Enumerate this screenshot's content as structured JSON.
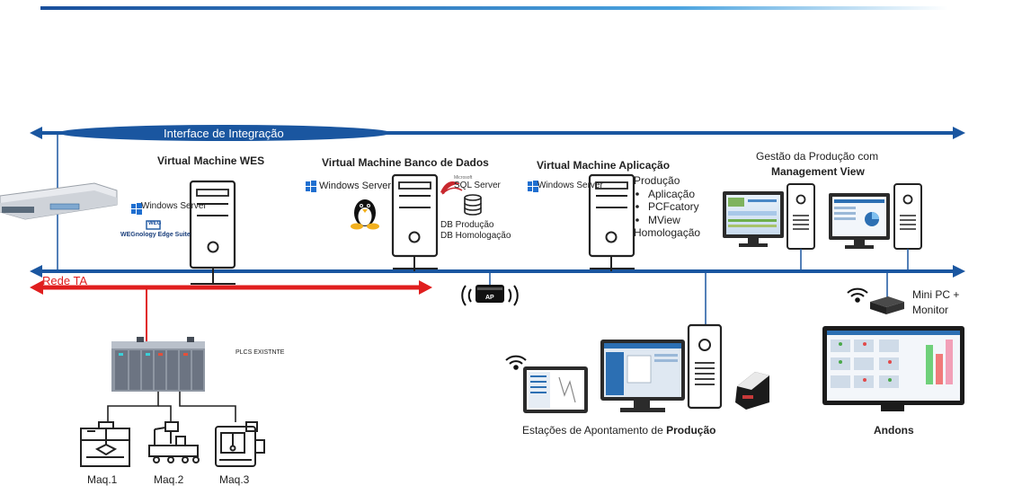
{
  "integration_bar": {
    "label": "Interface de Integração"
  },
  "network_ta": {
    "label": "Rede TA"
  },
  "vm_wes": {
    "title": "Virtual Machine WES",
    "os": "Windows Server",
    "vendor": "WEG",
    "suite": "WEGnology Edge Suite"
  },
  "vm_db": {
    "title": "Virtual Machine Banco de Dados",
    "os": "Windows Server",
    "db_vendor": "Microsoft",
    "db_engine": "SQL Server",
    "databases": [
      "DB Produção",
      "DB Homologação"
    ]
  },
  "vm_app": {
    "title": "Virtual Machine Aplicação",
    "os": "Windows Server",
    "environment_prod": "Produção",
    "apps": [
      "Aplicação",
      "PCFcatory",
      "MView"
    ],
    "environment_homolog": "Homologação"
  },
  "management": {
    "title_line1": "Gestão da Produção com",
    "title_line2": "Management View"
  },
  "access_point": {
    "label": "AP"
  },
  "plcs": {
    "label": "PLCS EXISTNTE"
  },
  "machines": [
    "Maq.1",
    "Maq.2",
    "Maq.3"
  ],
  "stations": {
    "label_prefix": "Estações de Apontamento  de ",
    "label_bold": "Produção"
  },
  "minipc": {
    "line1": "Mini PC +",
    "line2": "Monitor"
  },
  "andons": {
    "label": "Andons"
  },
  "colors": {
    "network_blue": "#1a56a0",
    "rede_ta_red": "#e01e1e",
    "header_gradient_start": "#1a4f9c"
  }
}
